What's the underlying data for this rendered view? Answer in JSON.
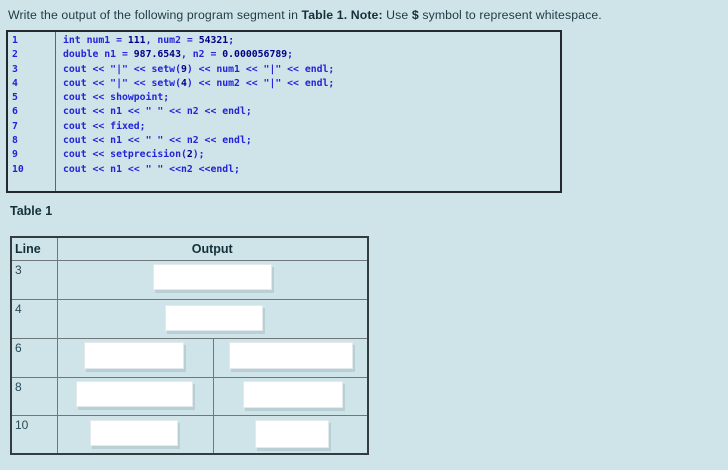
{
  "instruction": {
    "segments": [
      {
        "text": "Write the output of the following program segment in ",
        "bold": false
      },
      {
        "text": "Table 1. Note:",
        "bold": true
      },
      {
        "text": " Use ",
        "bold": false
      },
      {
        "text": "$",
        "bold": true
      },
      {
        "text": " symbol to represent whitespace.",
        "bold": false
      }
    ]
  },
  "code": {
    "lines": [
      {
        "num": "1",
        "text": "int num1 = 111, num2 = 54321;"
      },
      {
        "num": "2",
        "text": "double n1 = 987.6543, n2 = 0.000056789;"
      },
      {
        "num": "3",
        "text": "cout << \"|\" << setw(9) << num1 << \"|\" << endl;"
      },
      {
        "num": "4",
        "text": "cout << \"|\" << setw(4) << num2 << \"|\" << endl;"
      },
      {
        "num": "5",
        "text": "cout << showpoint;"
      },
      {
        "num": "6",
        "text": "cout << n1 << \" \" << n2 << endl;"
      },
      {
        "num": "7",
        "text": "cout << fixed;"
      },
      {
        "num": "8",
        "text": "cout << n1 << \" \" << n2 << endl;"
      },
      {
        "num": "9",
        "text": "cout << setprecision(2);"
      },
      {
        "num": "10",
        "text": "cout << n1 << \" \" <<n2 <<endl;"
      }
    ]
  },
  "table": {
    "title": "Table 1",
    "headers": [
      "Line",
      "Output"
    ],
    "rows": [
      {
        "line": "3",
        "answers": [
          ""
        ]
      },
      {
        "line": "4",
        "answers": [
          ""
        ]
      },
      {
        "line": "6",
        "answers": [
          "",
          ""
        ]
      },
      {
        "line": "8",
        "answers": [
          "",
          ""
        ]
      },
      {
        "line": "10",
        "answers": [
          "",
          ""
        ]
      }
    ]
  },
  "colors": {
    "page_background": "#cee4e8",
    "code_text": "#2323d8",
    "code_number": "#000085",
    "heading_text": "#1d3b46",
    "table_border_outer": "#343c40",
    "table_border_inner": "#6f777b"
  }
}
